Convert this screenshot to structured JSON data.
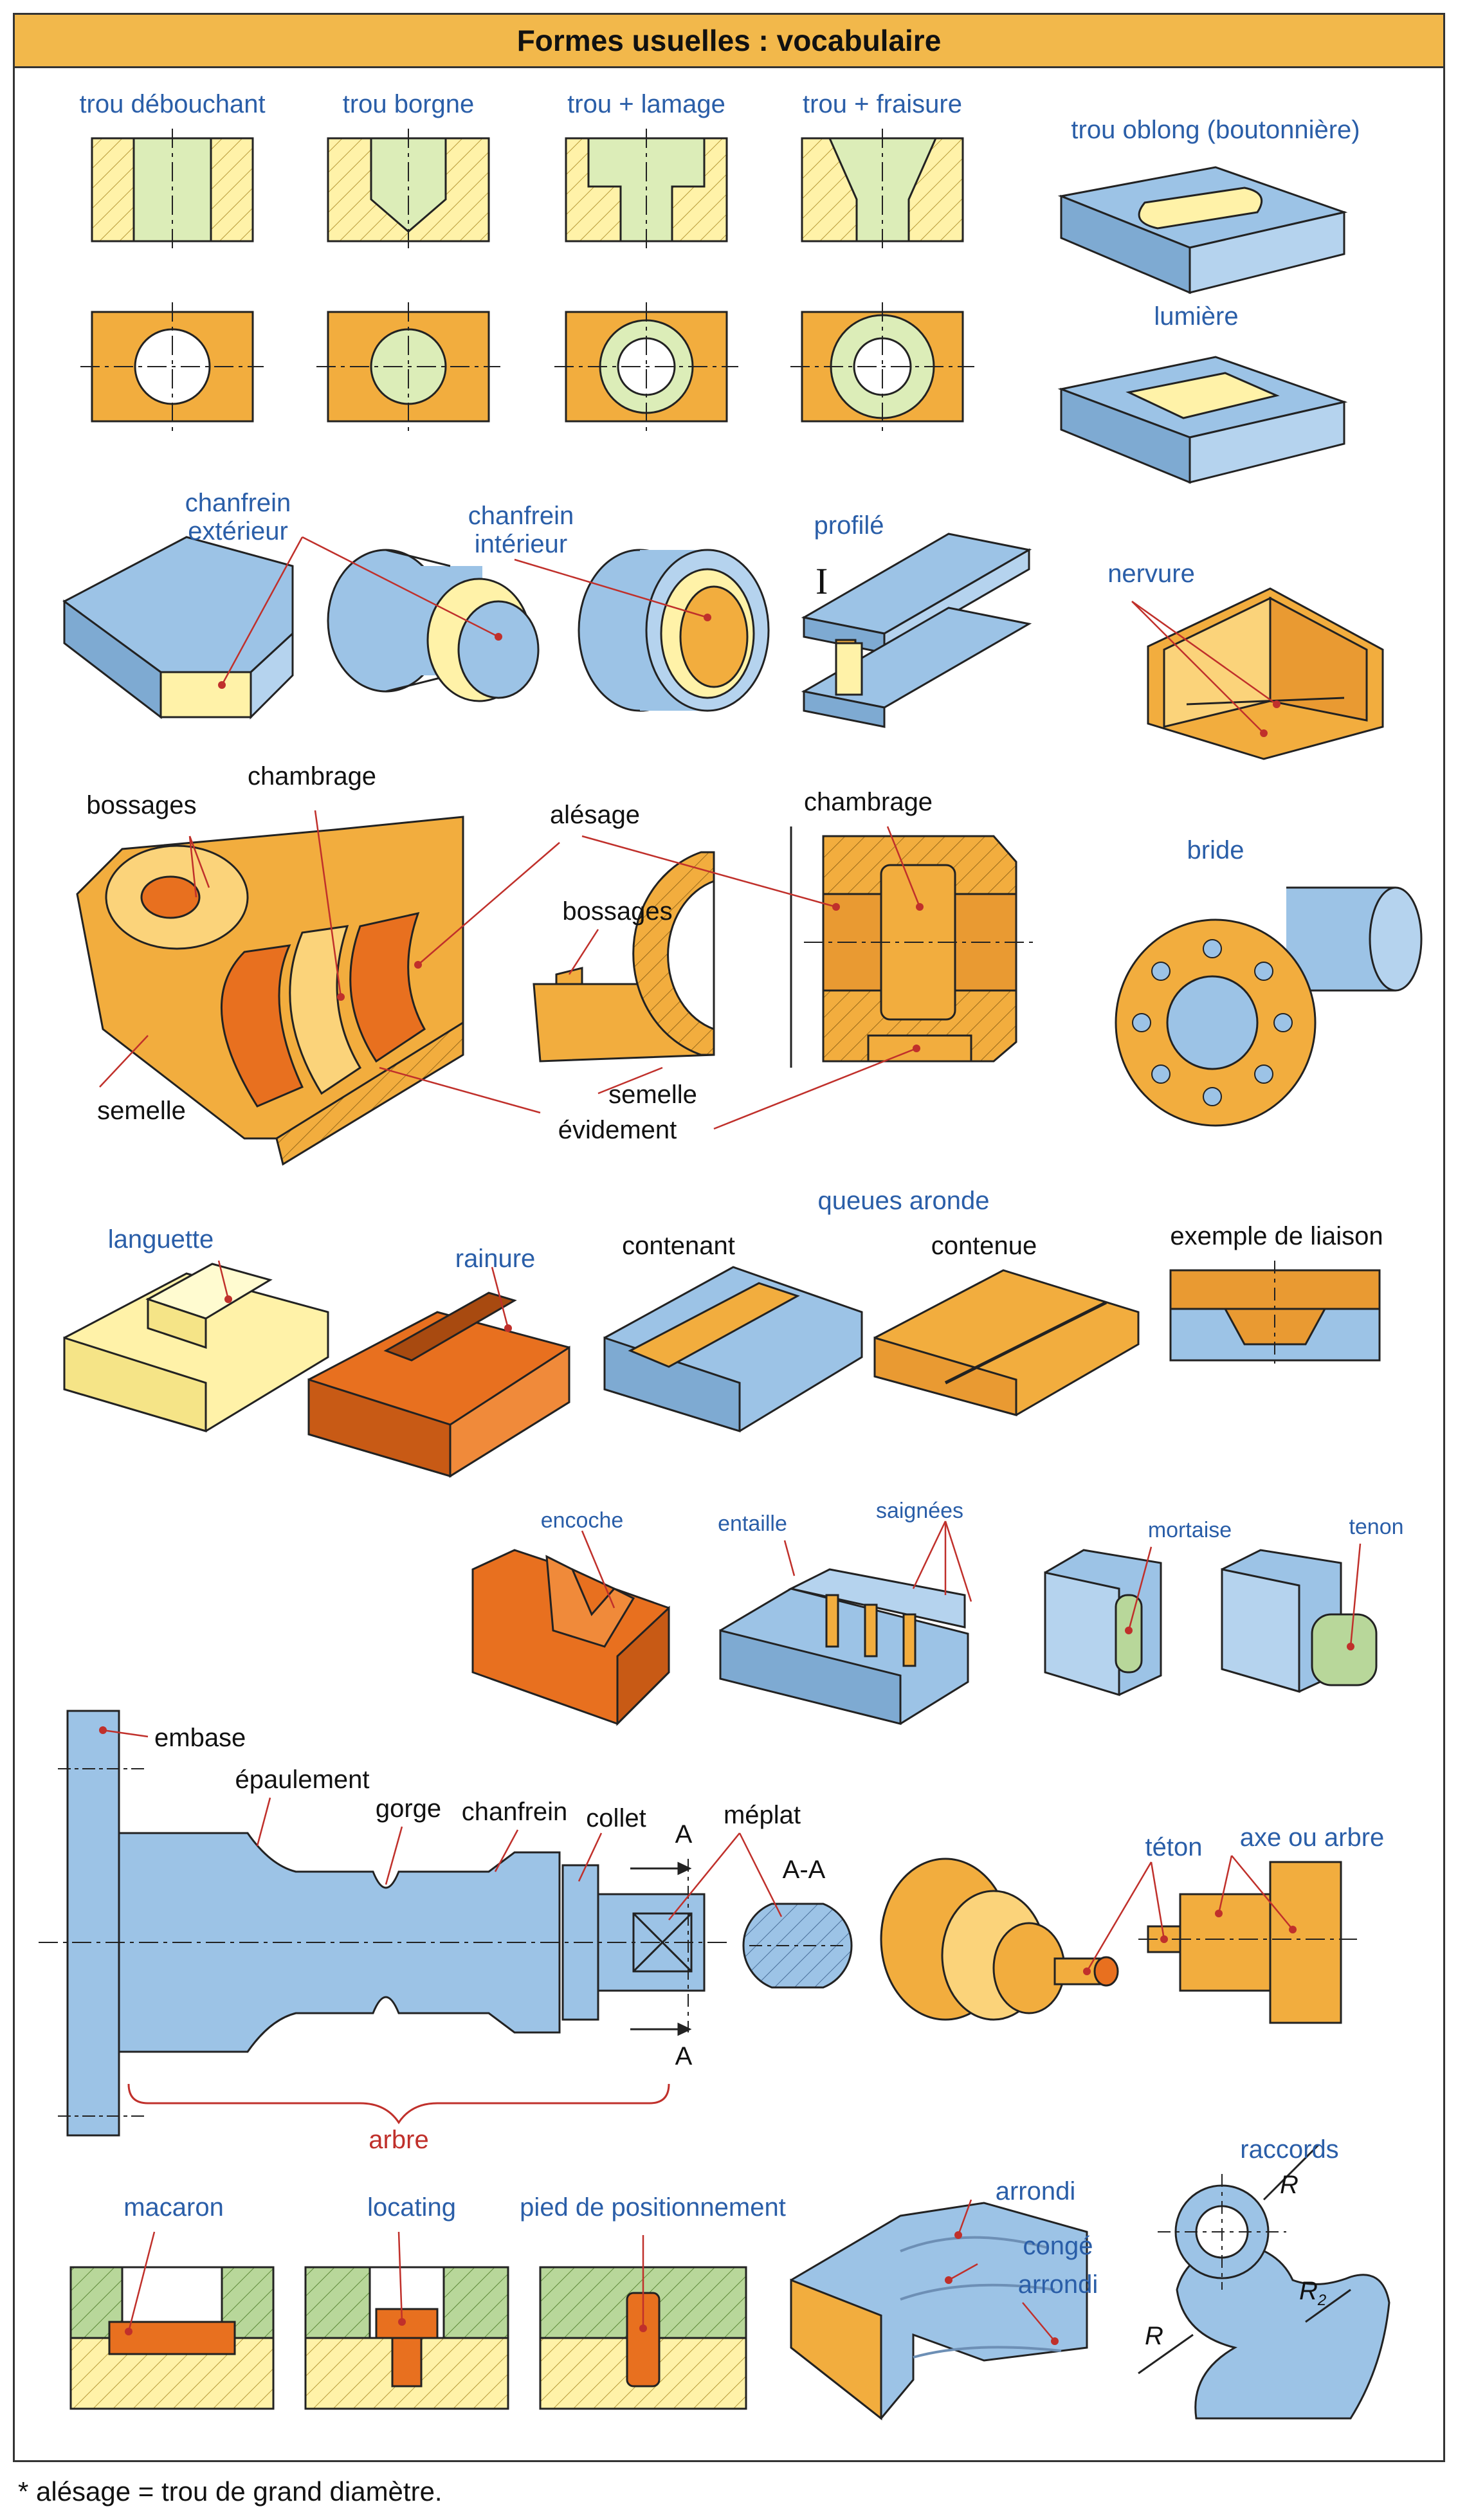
{
  "title": "Formes usuelles : vocabulaire",
  "labels": {
    "trou_debouchant": "trou débouchant",
    "trou_borgne": "trou borgne",
    "trou_lamage": "trou + lamage",
    "trou_fraisure": "trou + fraisure",
    "trou_oblong": "trou oblong (boutonnière)",
    "lumiere": "lumière",
    "chanfrein_exterieur": "chanfrein\nextérieur",
    "chanfrein_interieur": "chanfrein\nintérieur",
    "profile": "profilé",
    "profile_letter": "I",
    "nervure": "nervure",
    "bossages_1": "bossages",
    "chambrage_1": "chambrage",
    "alesage": "alésage",
    "chambrage_2": "chambrage",
    "bossages_2": "bossages",
    "bride": "bride",
    "semelle_1": "semelle",
    "semelle_2": "semelle",
    "evidement": "évidement",
    "queues_aronde": "queues aronde",
    "languette": "languette",
    "rainure": "rainure",
    "contenant": "contenant",
    "contenue": "contenue",
    "exemple_liaison": "exemple de liaison",
    "encoche": "encoche",
    "entaille": "entaille",
    "saignees": "saignées",
    "mortaise": "mortaise",
    "tenon": "tenon",
    "embase": "embase",
    "epaulement": "épaulement",
    "gorge": "gorge",
    "chanfrein": "chanfrein",
    "collet": "collet",
    "meplat": "méplat",
    "section_a_top": "A",
    "section_a_bottom": "A",
    "section_aa": "A-A",
    "teton": "téton",
    "axe_arbre": "axe ou arbre",
    "arbre": "arbre",
    "macaron": "macaron",
    "locating": "locating",
    "pied_positionnement": "pied de positionnement",
    "arrondi_1": "arrondi",
    "conge": "congé",
    "arrondi_2": "arrondi",
    "raccords": "raccords",
    "r_1": "R",
    "r_2": "R",
    "r_3": "R"
  },
  "r3_subscript": "2",
  "footnote": "* alésage = trou de grand diamètre.",
  "colors": {
    "blue": "#9cc3e6",
    "orange": "#f2ad3e",
    "dark_orange": "#e8701f",
    "yellow": "#fff2a8",
    "green_pale": "#dcedb8",
    "green": "#b8d79a",
    "header": "#f2b84b",
    "label_blue": "#2a5ea8",
    "label_red": "#c0302b"
  }
}
